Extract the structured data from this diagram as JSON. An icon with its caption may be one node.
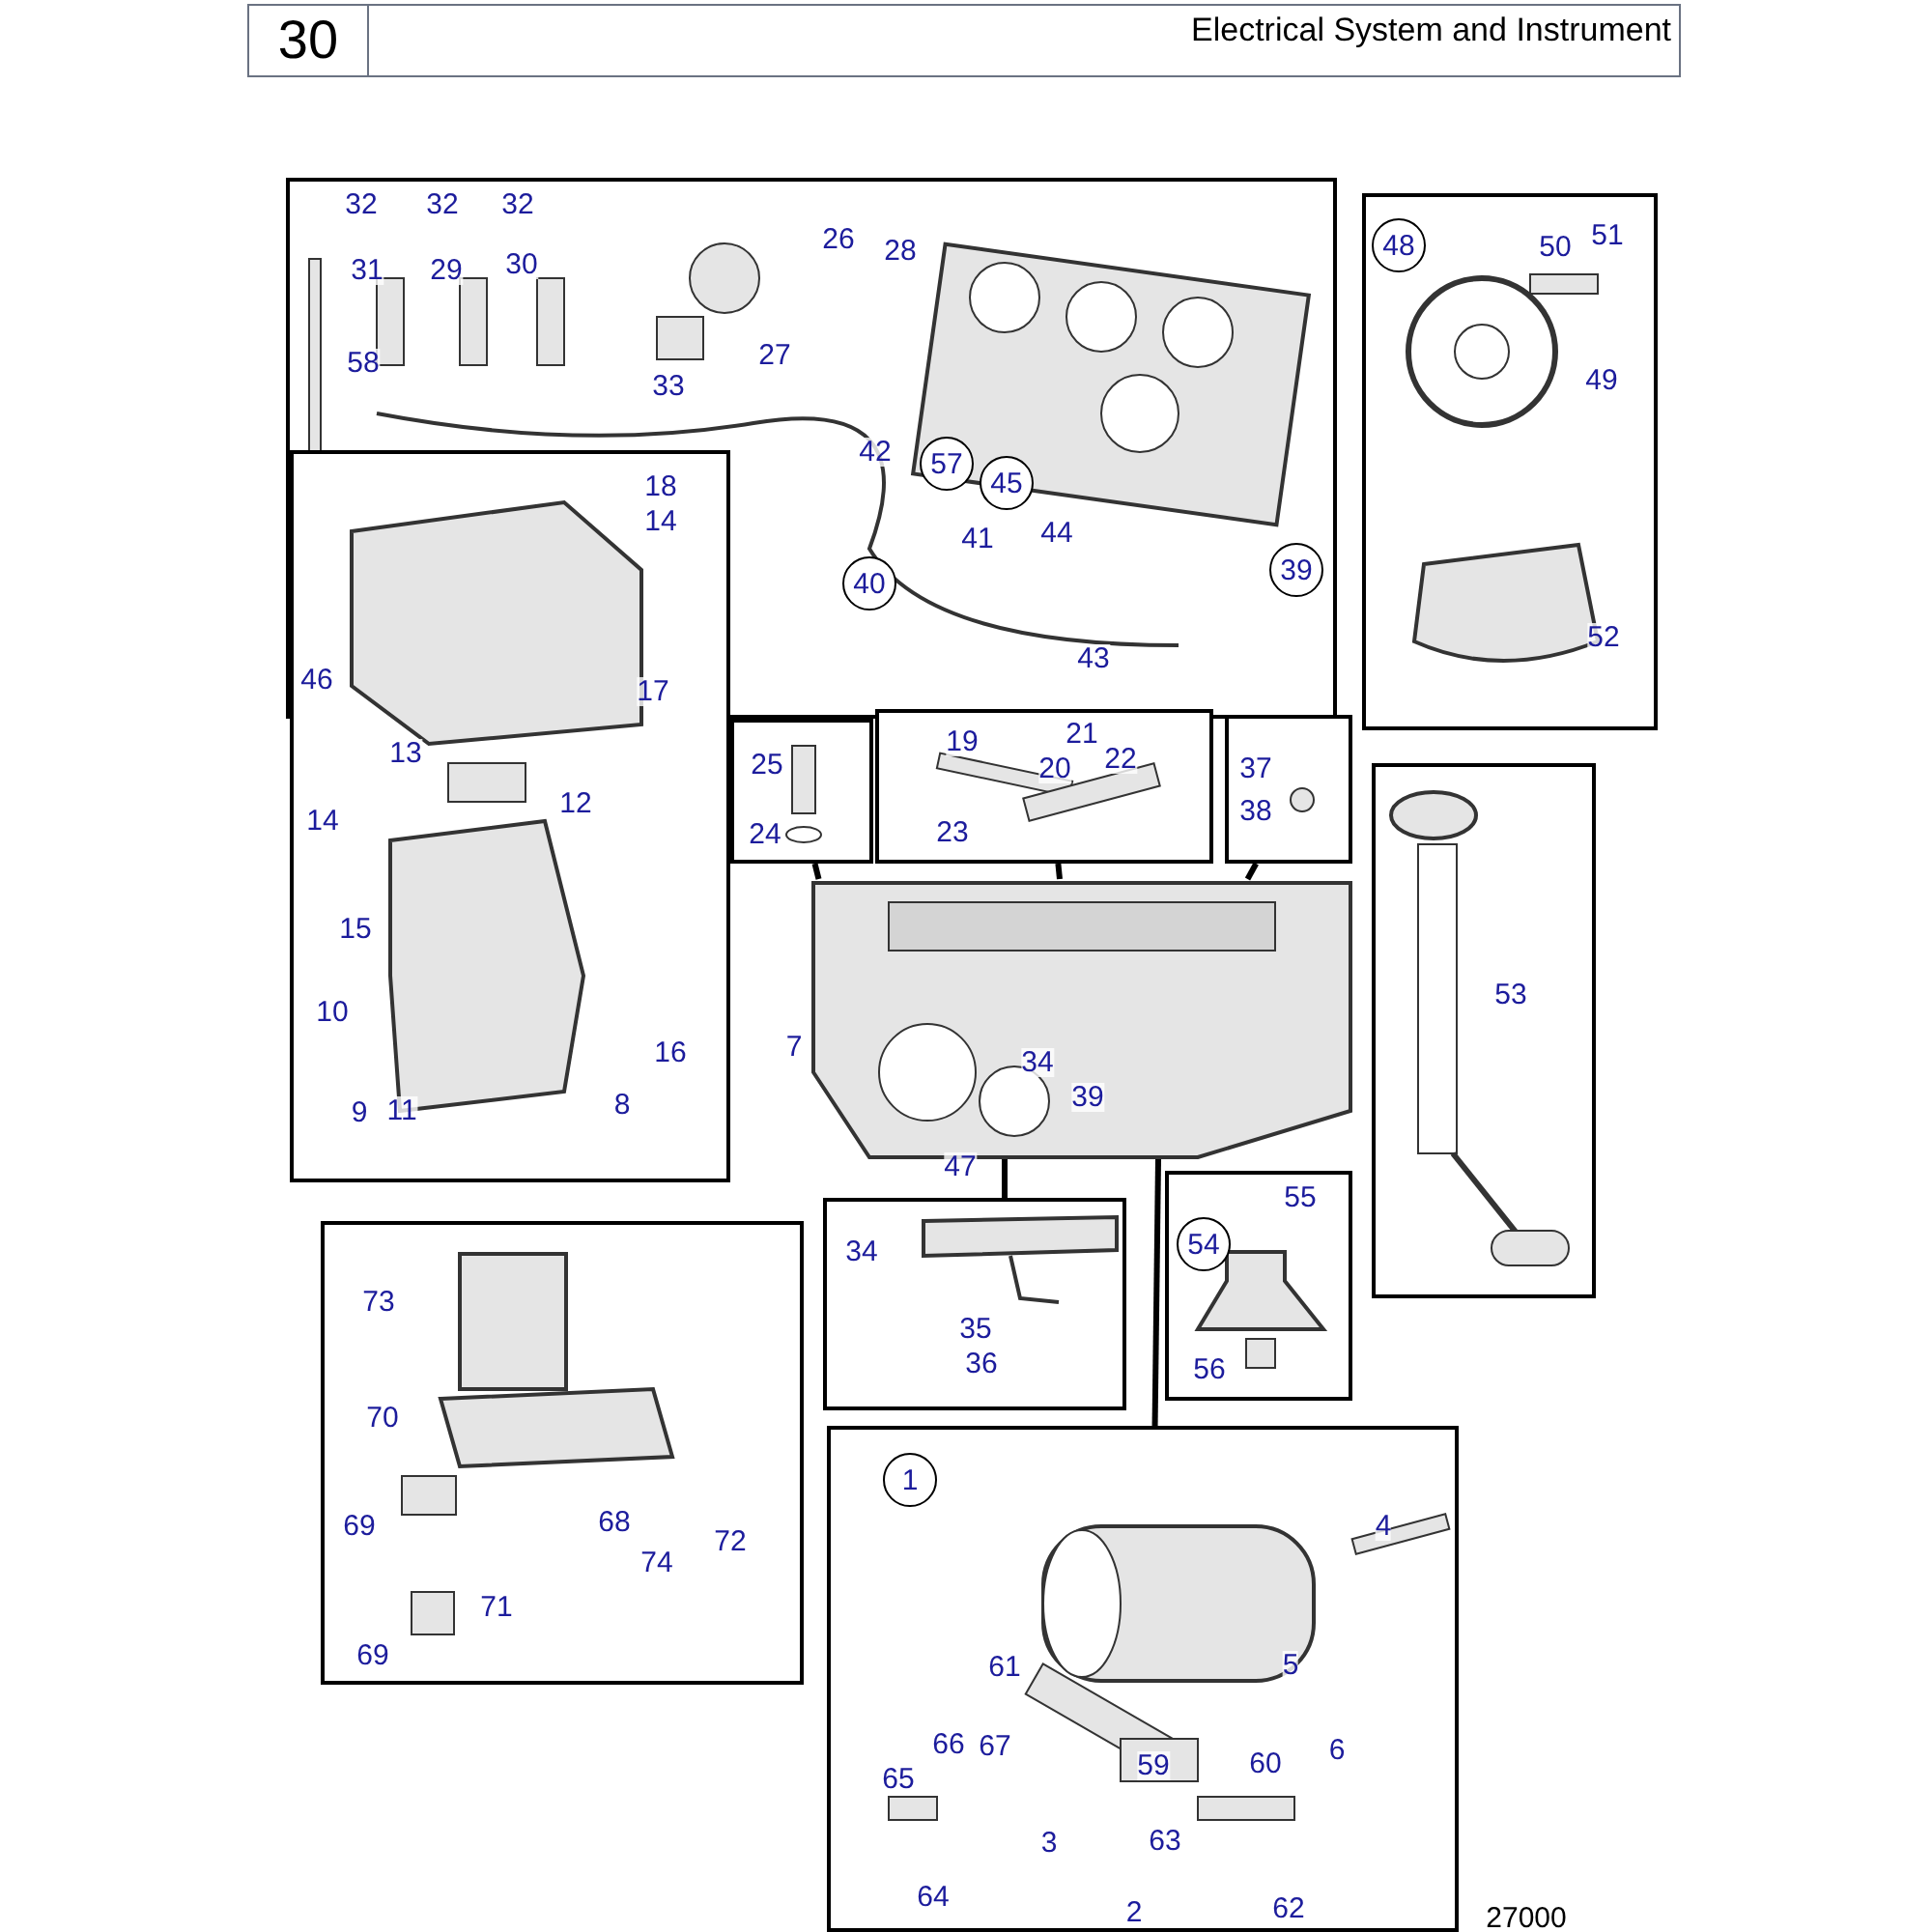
{
  "diagram": {
    "title": "Electrical System and Instrument",
    "nodes": [
      {
        "text": [],
        "shape": "box"
      },
      {
        "text": [],
        "shape": "box"
      },
      {
        "text": [],
        "shape": "box"
      },
      {
        "text": [],
        "shape": "box"
      },
      {
        "text": [],
        "shape": "box"
      },
      {
        "text": [],
        "shape": "box"
      },
      {
        "text": [],
        "shape": "box"
      },
      {
        "text": [],
        "shape": "box"
      },
      {
        "text": [],
        "shape": "box"
      },
      {
        "text": [],
        "shape": "box"
      },
      {
        "text": [],
        "shape": "box"
      },
      {
        "text": [],
        "shape": "picture"
      }
    ],
    "edges": [
      {
        "from": 3,
        "to": 11,
        "arrow": "none"
      },
      {
        "from": 4,
        "to": 11,
        "arrow": "none"
      },
      {
        "from": 5,
        "to": 11,
        "arrow": "none"
      },
      {
        "from": 8,
        "to": 11,
        "arrow": "none"
      },
      {
        "from": 10,
        "to": 11,
        "arrow": "none"
      }
    ],
    "labels": [
      "30",
      "32",
      "32",
      "32",
      "31",
      "29",
      "30",
      "26",
      "28",
      "58",
      "27",
      "33",
      "48",
      "50",
      "51",
      "49",
      "42",
      "57",
      "45",
      "18",
      "14",
      "41",
      "44",
      "40",
      "39",
      "46",
      "17",
      "43",
      "52",
      "13",
      "25",
      "19",
      "21",
      "22",
      "37",
      "20",
      "23",
      "12",
      "14",
      "24",
      "38",
      "15",
      "53",
      "10",
      "16",
      "7",
      "34",
      "39",
      "9",
      "11",
      "8",
      "47",
      "55",
      "34",
      "54",
      "73",
      "35",
      "36",
      "56",
      "70",
      "1",
      "4",
      "69",
      "72",
      "68",
      "74",
      "71",
      "69",
      "5",
      "61",
      "6",
      "66",
      "67",
      "59",
      "60",
      "65",
      "3",
      "63",
      "64",
      "62",
      "2",
      "27000"
    ]
  }
}
